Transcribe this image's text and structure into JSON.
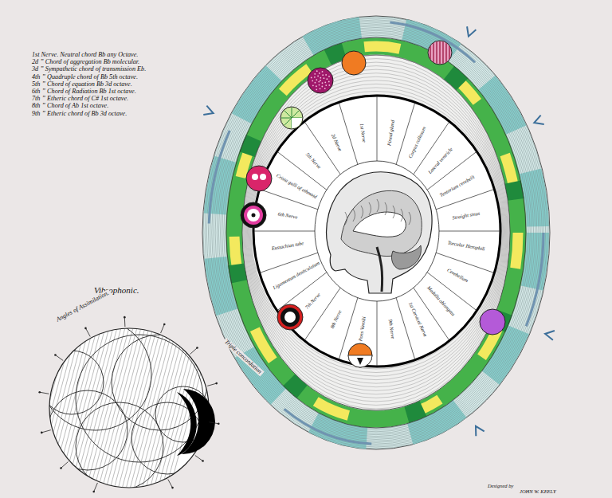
{
  "diagram": {
    "labels": [
      "1st Nerve. Neutral chord Bb any Octave.",
      "2d ” Chord of aggregation Bb molecular.",
      "3d ” Sympathetic chord of transmission Eb.",
      "4th ” Quadruple chord of Bb 5th octave.",
      "5th ” Chord of equation Bb 3d octave.",
      "6th ” Chord of Radiation Bb 1st octave.",
      "7th ” Etheric chord of C# 1st octave.",
      "8th ” Chord of Ab 1st octave.",
      "9th ” Etheric chord of Bb 3d octave.",
      "Vibrophonic.",
      "Angles of Assimilation.",
      "Triple concordation",
      "Designed by",
      "JOHN W. KEELY",
      "Pineal gland",
      "Corpus callosum",
      "Lateral ventricle",
      "Tentorium cerebelli",
      "Straight sinus",
      "Torcular Herophili",
      "Cerebellum",
      "Medulla oblongata",
      "1st Cervical Nerve",
      "9th Nerve",
      "Pons Varolii",
      "8th Nerve",
      "7th Nerve",
      "Ligamentum denticulatum",
      "Eustachian tube",
      "6th Nerve",
      "Crista galli of ethmoid",
      "5th Nerve",
      "2d Nerve",
      "1st Nerve"
    ]
  }
}
